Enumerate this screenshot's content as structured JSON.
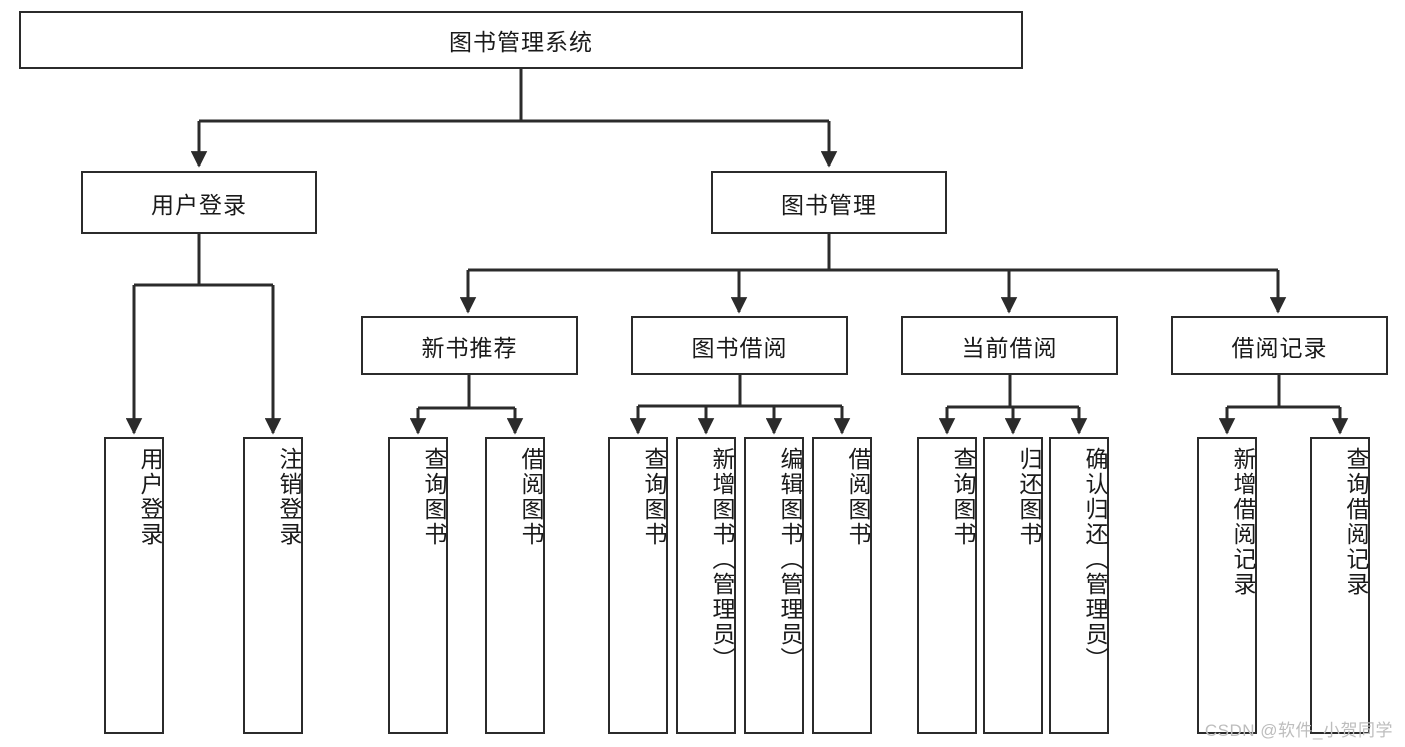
{
  "diagram": {
    "title": "图书管理系统",
    "type": "tree",
    "watermark": "CSDN @软件_小贺同学",
    "colors": {
      "box_border": "#2b2b2b",
      "box_fill": "#ffffff",
      "connector": "#2b2b2b",
      "text": "#1a1a1a",
      "watermark": "#bdbdbd"
    },
    "root": {
      "label": "图书管理系统"
    },
    "level1": [
      {
        "label": "用户登录"
      },
      {
        "label": "图书管理"
      }
    ],
    "level2": [
      {
        "label": "新书推荐"
      },
      {
        "label": "图书借阅"
      },
      {
        "label": "当前借阅"
      },
      {
        "label": "借阅记录"
      }
    ],
    "leaves": {
      "user_login": [
        {
          "label": "用户登录"
        },
        {
          "label": "注销登录"
        }
      ],
      "new_book_recommend": [
        {
          "label": "查询图书"
        },
        {
          "label": "借阅图书"
        }
      ],
      "book_borrow": [
        {
          "label": "查询图书"
        },
        {
          "label": "新增图书（管理员）"
        },
        {
          "label": "编辑图书（管理员）"
        },
        {
          "label": "借阅图书"
        }
      ],
      "current_borrow": [
        {
          "label": "查询图书"
        },
        {
          "label": "归还图书"
        },
        {
          "label": "确认归还（管理员）"
        }
      ],
      "borrow_records": [
        {
          "label": "新增借阅记录"
        },
        {
          "label": "查询借阅记录"
        }
      ]
    }
  }
}
